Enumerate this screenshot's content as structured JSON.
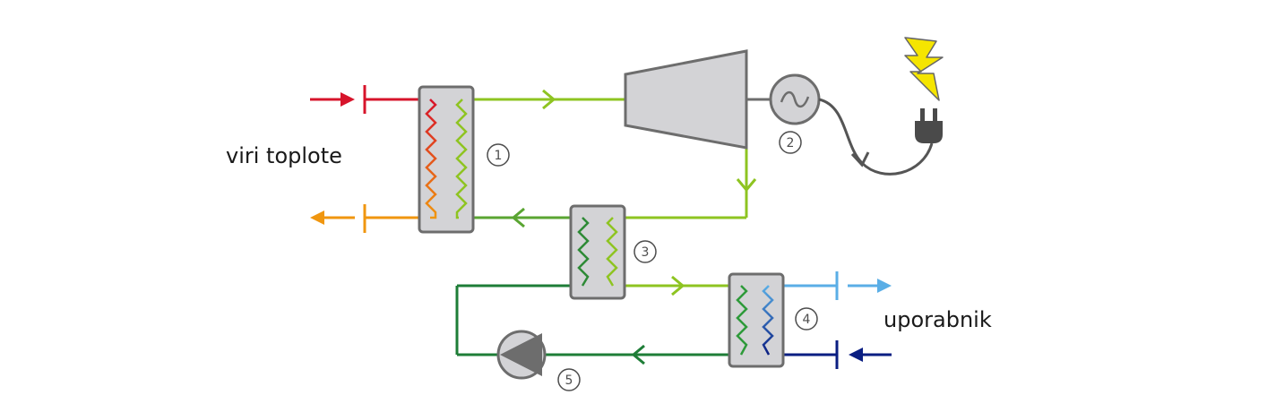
{
  "labels": {
    "heat_sources": "viri toplote",
    "consumer": "uporabnik"
  },
  "component_numbers": [
    "1",
    "2",
    "3",
    "4",
    "5"
  ],
  "colors": {
    "hot_in": "#d7142b",
    "hot_out": "#f0960f",
    "light_green": "#8ec421",
    "mid_green": "#5aa532",
    "dark_green": "#1e7d37",
    "light_blue": "#5aaee6",
    "dark_blue": "#0a1e82",
    "equipment_fill": "#d3d3d6",
    "equipment_stroke": "#6d6d6d",
    "lightning": "#f5e500"
  },
  "icons": [
    "lightning-icon",
    "plug-icon",
    "generator-icon",
    "pump-icon",
    "compressor-icon"
  ]
}
